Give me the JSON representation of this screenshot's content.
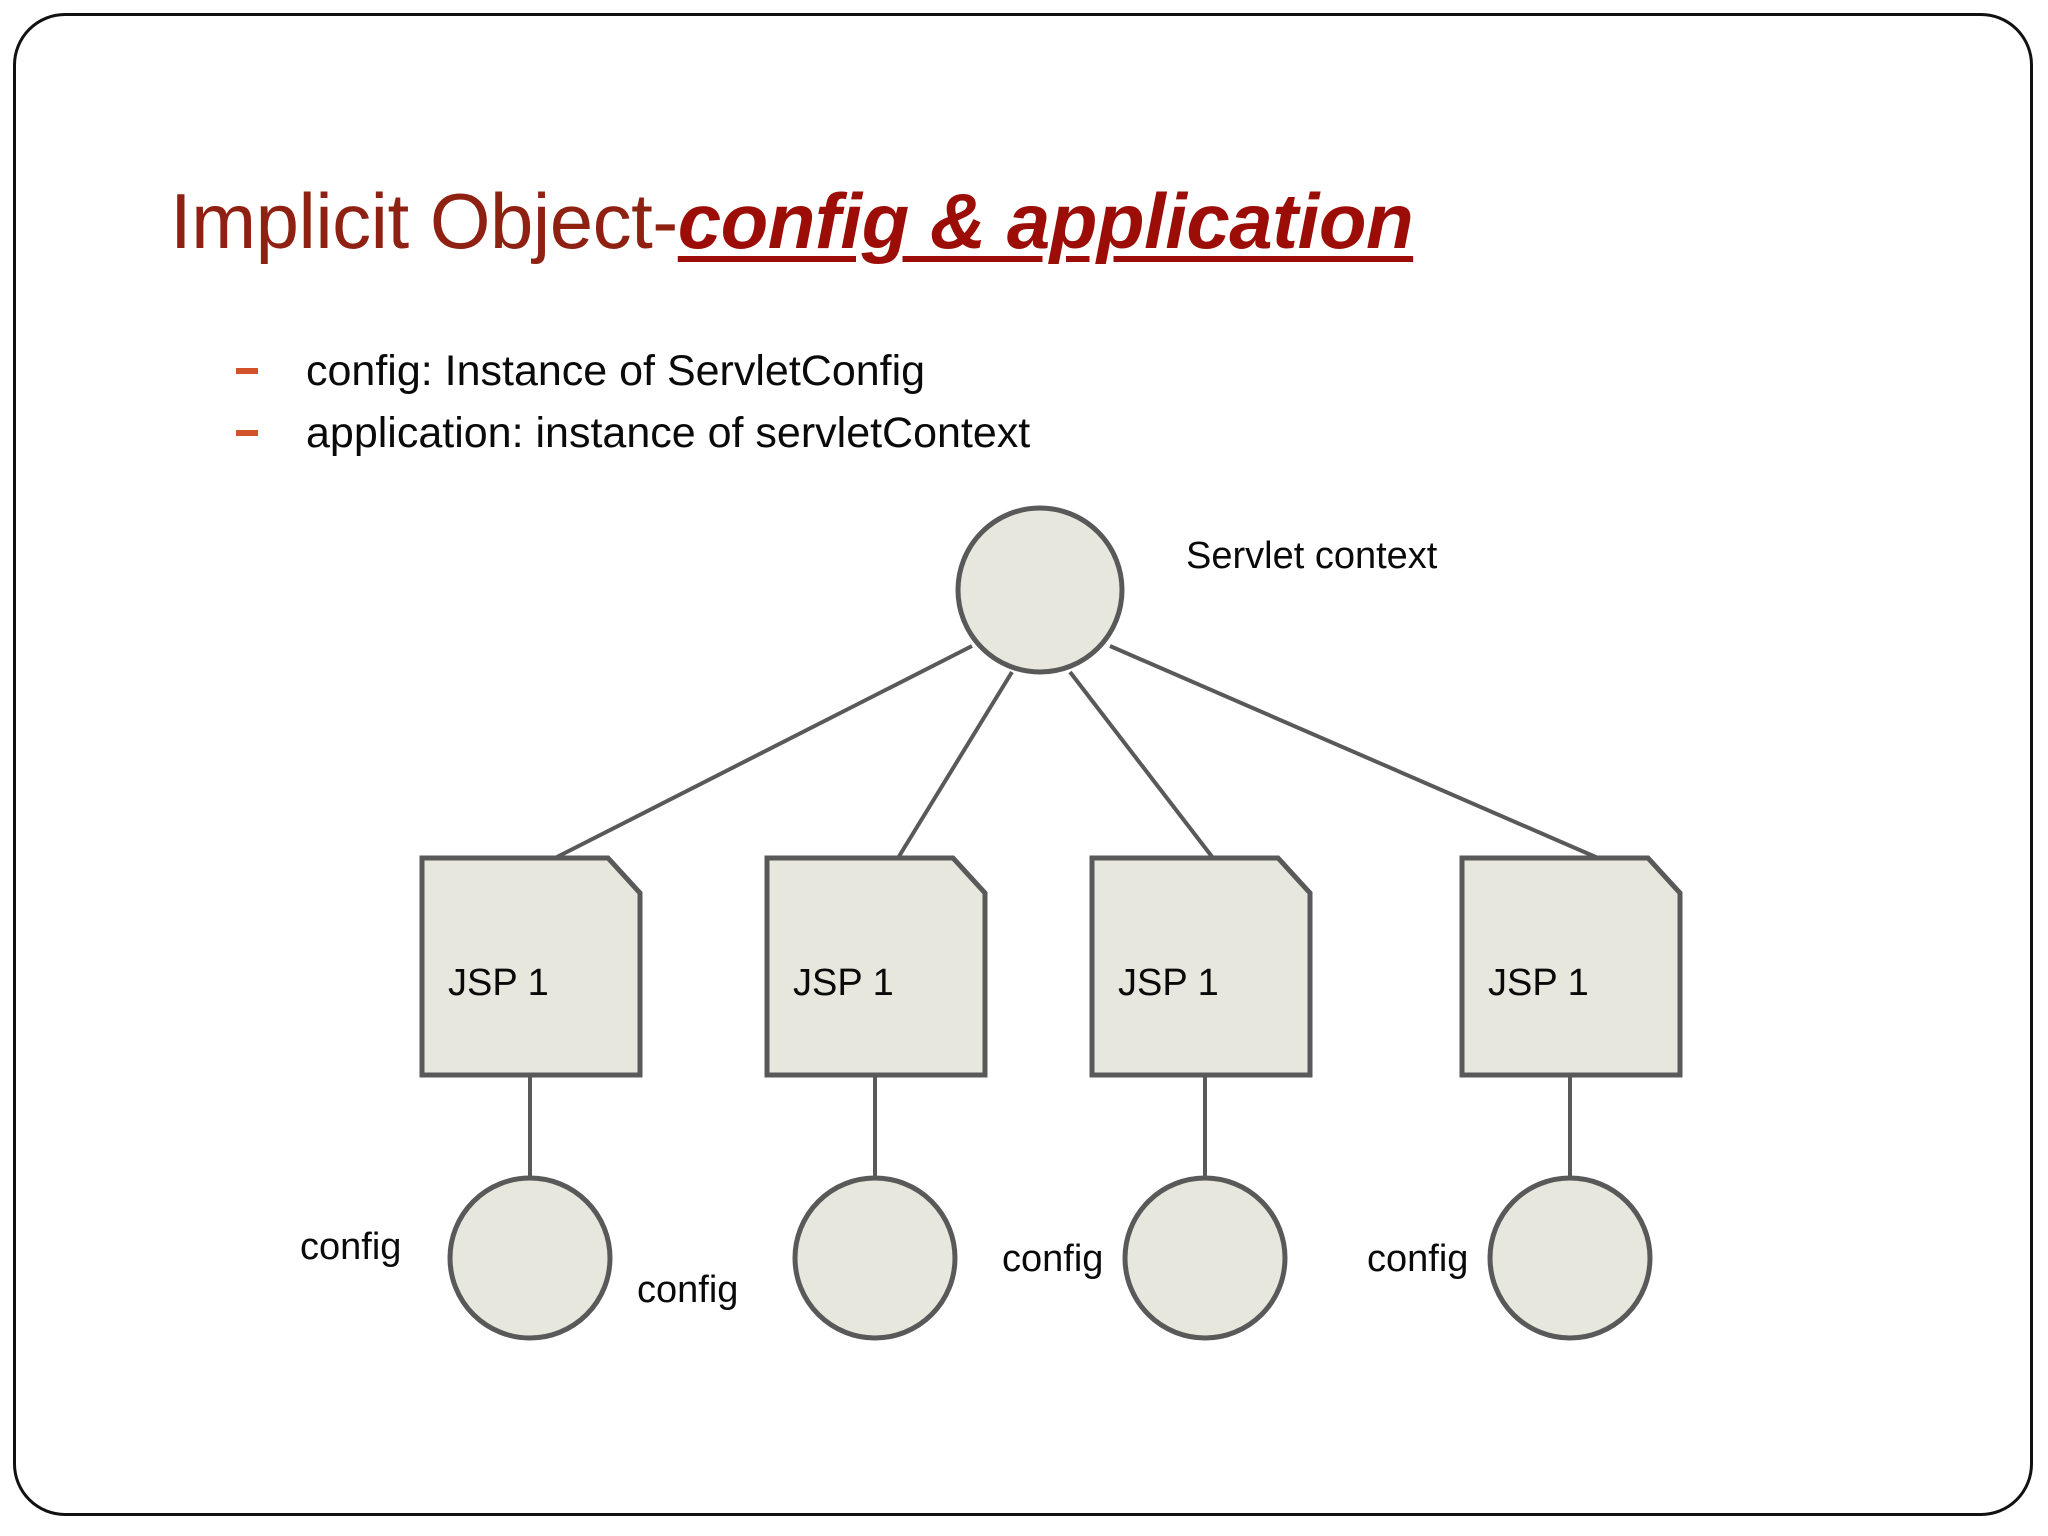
{
  "slide": {
    "title": {
      "plain_part": "Implicit Object-",
      "emphasized_part": "config & application"
    },
    "bullets": [
      {
        "marker": "-",
        "text": "config: Instance of ServletConfig"
      },
      {
        "marker": "-",
        "text": "application: instance of servletContext"
      }
    ],
    "colors": {
      "title_plain": "#8f2112",
      "title_emphasis": "#9c0d07",
      "bullet_marker": "#d2522c",
      "body_text": "#0a0a0a",
      "shape_fill": "#e7e7de",
      "shape_stroke": "#595959",
      "slide_border": "#111111",
      "background": "#ffffff"
    }
  },
  "diagram": {
    "root": {
      "shape": "circle",
      "label": "Servlet context",
      "label_position": "right"
    },
    "jsp_nodes": [
      {
        "label": "JSP 1",
        "config_label": "config",
        "config_label_position": "left"
      },
      {
        "label": "JSP 1",
        "config_label": "config",
        "config_label_position": "left"
      },
      {
        "label": "JSP 1",
        "config_label": "config",
        "config_label_position": "left"
      },
      {
        "label": "JSP 1",
        "config_label": "config",
        "config_label_position": "left"
      }
    ],
    "config_labels": [
      "config",
      "config",
      "config",
      "config"
    ],
    "node_count": 4
  }
}
